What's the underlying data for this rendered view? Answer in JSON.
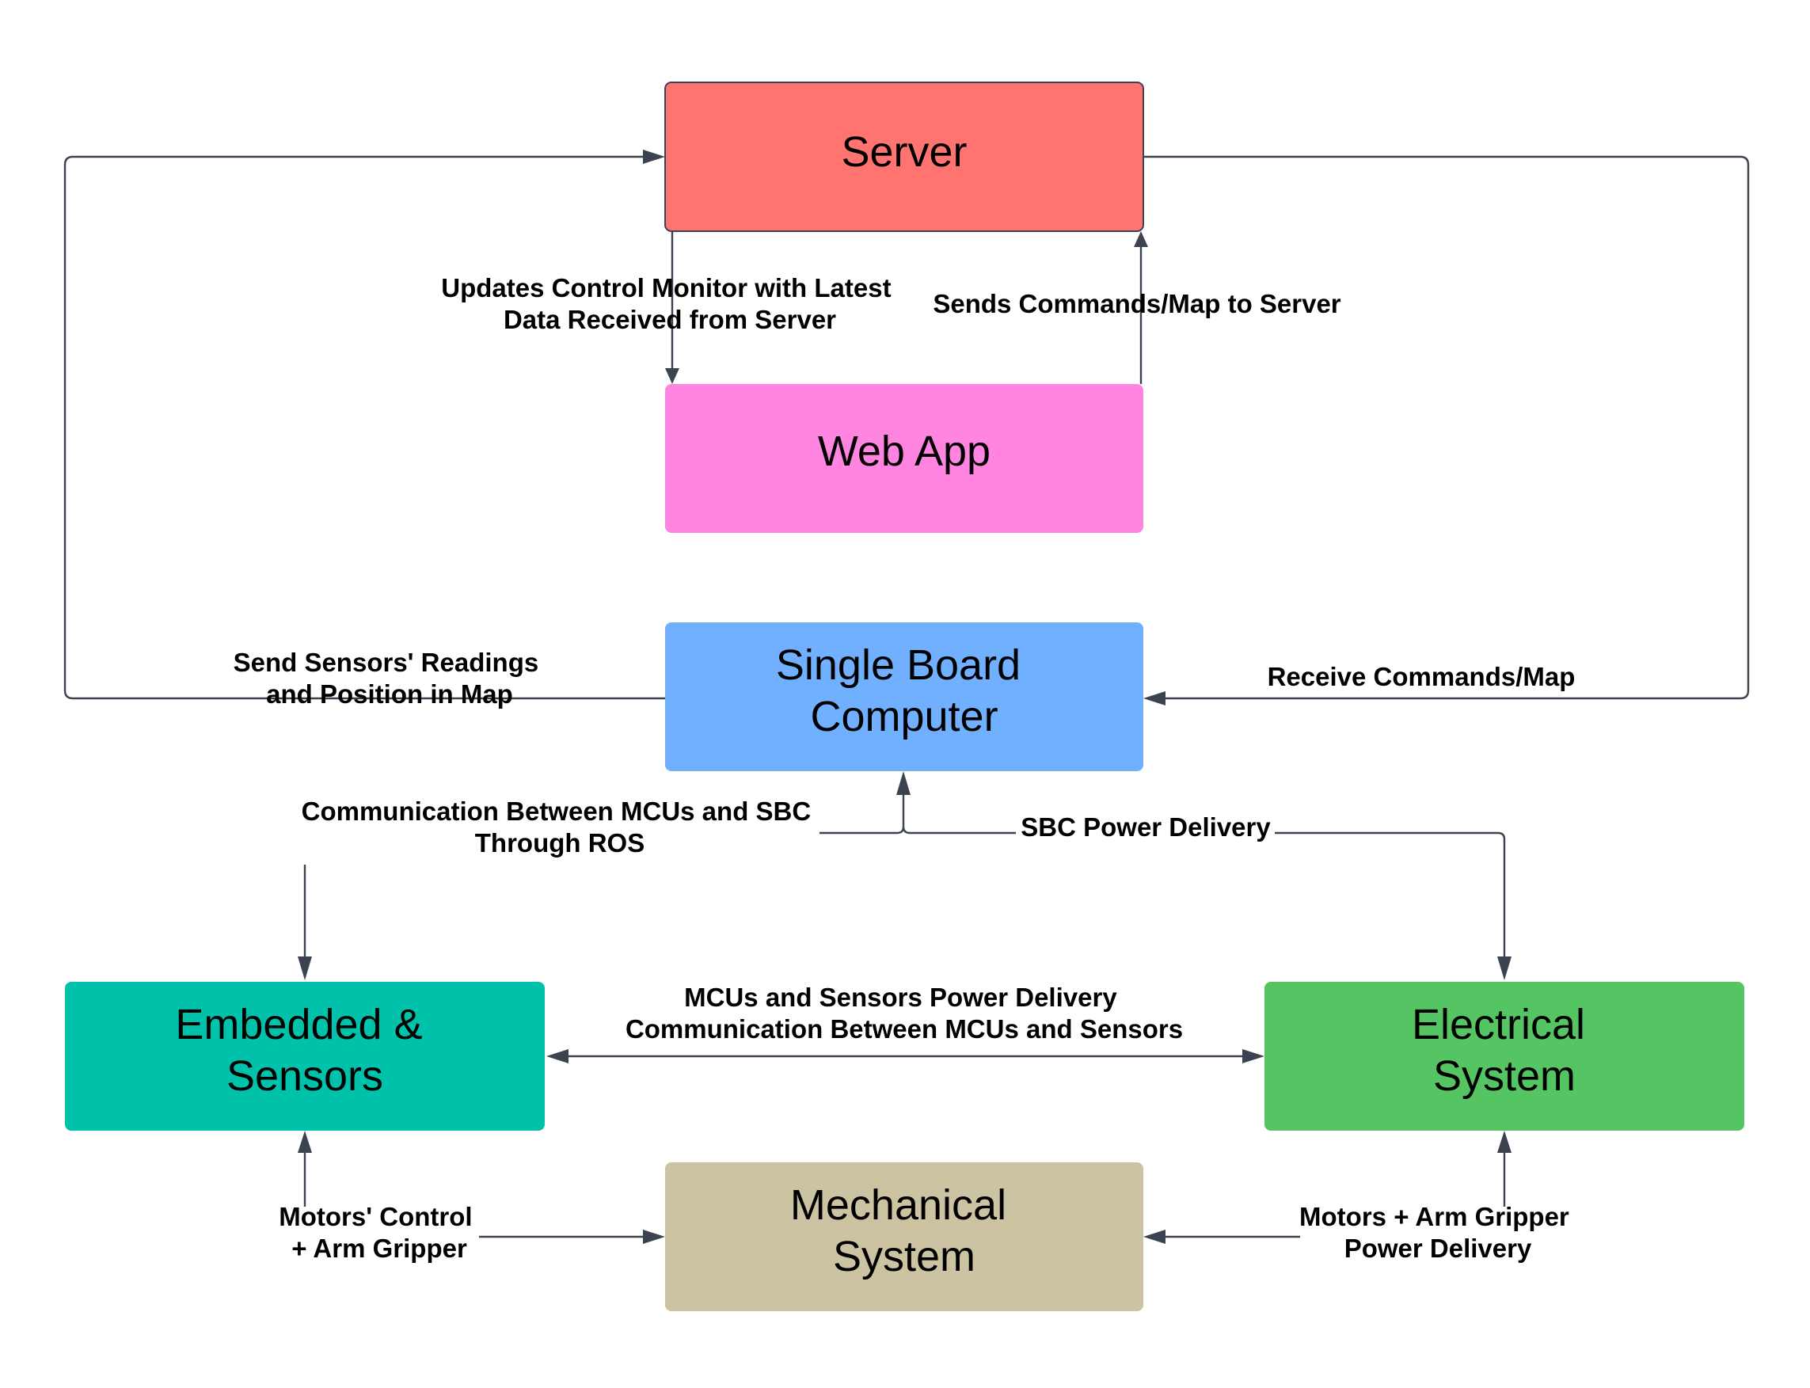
{
  "nodes": {
    "server": {
      "lines": [
        "Server"
      ],
      "color": "#FF7370"
    },
    "web_app": {
      "lines": [
        "Web App"
      ],
      "color": "#FF85E0"
    },
    "sbc": {
      "lines": [
        "Single Board",
        "Computer"
      ],
      "color": "#70B0FF"
    },
    "embedded": {
      "lines": [
        "Embedded &",
        "Sensors"
      ],
      "color": "#00C2AA"
    },
    "electrical": {
      "lines": [
        "Electrical",
        "System"
      ],
      "color": "#55C462"
    },
    "mechanical": {
      "lines": [
        "Mechanical",
        "System"
      ],
      "color": "#CCC3A3"
    }
  },
  "edges": {
    "server_to_webapp": [
      "Updates Control Monitor with Latest",
      "Data Received from Server"
    ],
    "webapp_to_server": [
      "Sends Commands/Map to Server"
    ],
    "sbc_to_server": [
      "Send Sensors' Readings",
      "and Position in Map"
    ],
    "server_to_sbc": [
      "Receive Commands/Map"
    ],
    "sbc_embedded": [
      "Communication Between MCUs and SBC",
      "Through ROS"
    ],
    "sbc_electrical": [
      "SBC Power Delivery"
    ],
    "embedded_electrical": [
      "MCUs and Sensors Power Delivery",
      "Communication Between MCUs and Sensors"
    ],
    "mechanical_embedded": [
      "Motors' Control",
      "+ Arm Gripper"
    ],
    "mechanical_electrical": [
      "Motors + Arm Gripper",
      "Power Delivery"
    ]
  }
}
